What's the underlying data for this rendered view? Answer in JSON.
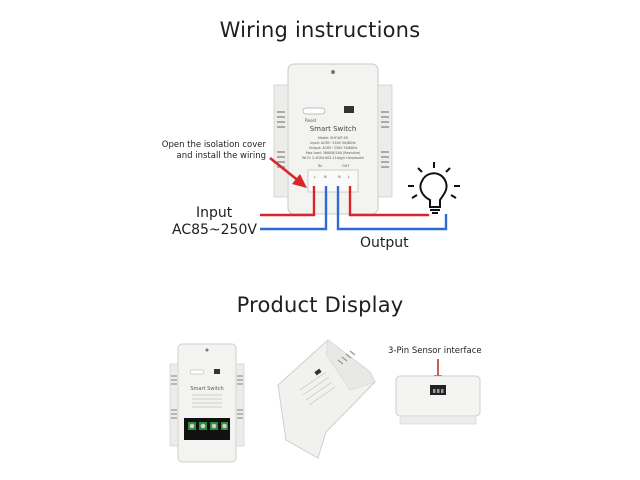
{
  "wiring": {
    "title": "Wiring instructions",
    "cover_note_line1": "Open the isolation cover",
    "cover_note_line2": "and install the wiring",
    "input_label": "Input",
    "voltage_label": "AC85~250V",
    "output_label": "Output",
    "device": {
      "reset_label": "Reset",
      "name": "Smart Switch",
      "model": "Model: SHY-WT-09",
      "spec_input": "Input: AC85~250V 50/60Hz",
      "spec_output": "Output: AC85~250V 50/60Hz",
      "spec_max_load": "Max load: 3600W/16A (Resistive)",
      "spec_wifi": "Wi-Fi: 2.4GHz 802.11b/g/n+bluetooth",
      "in_label": "IN",
      "out_label": "OUT",
      "terminal_l": "L",
      "terminal_n": "N"
    },
    "colors": {
      "live": "#d8262b",
      "neutral": "#2f6ccf",
      "arrow": "#d8262b"
    }
  },
  "product": {
    "title": "Product Display",
    "sensor_label": "3-Pin Sensor interface",
    "front_device_name": "Smart Switch"
  }
}
